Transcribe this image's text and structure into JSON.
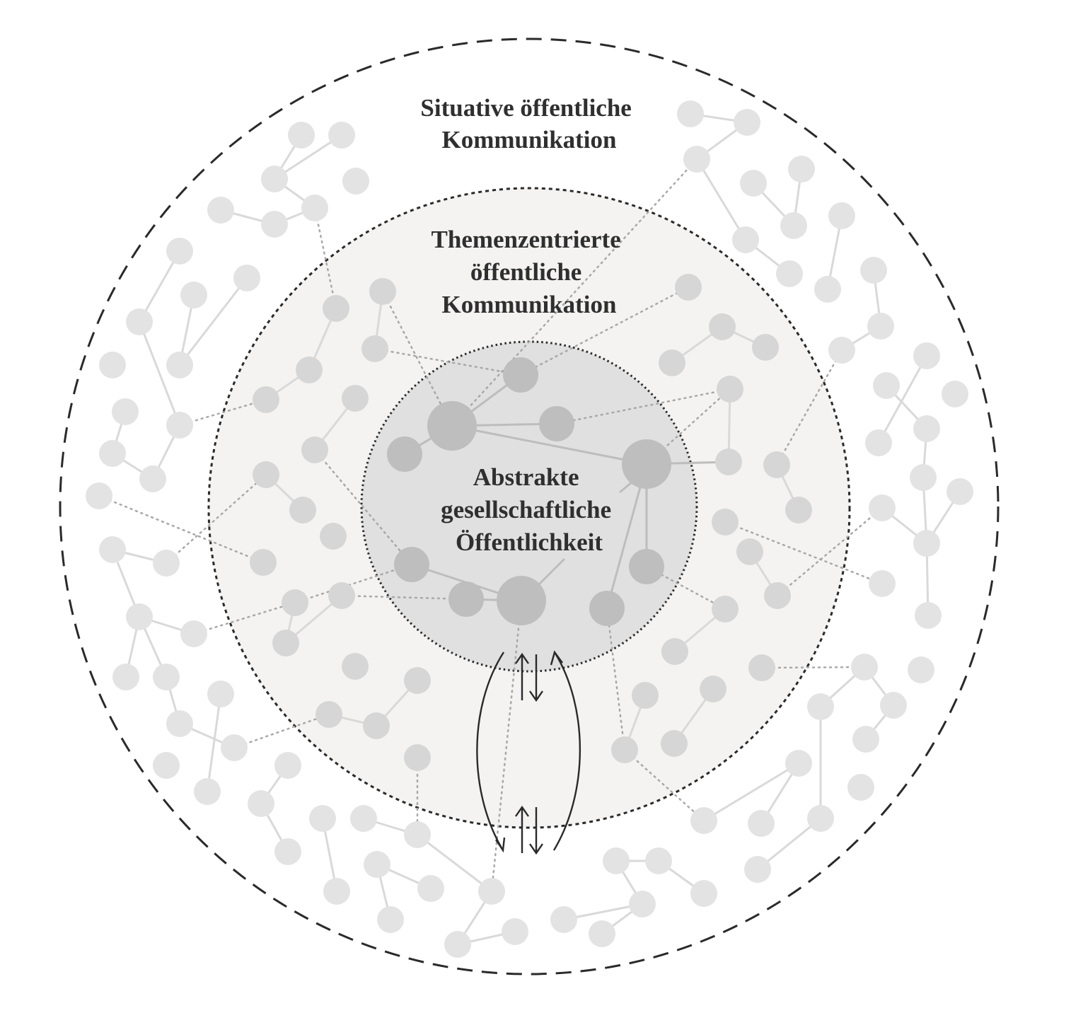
{
  "rings": {
    "outer": {
      "label_line1": "Situative öffentliche",
      "label_line2": "Kommunikation"
    },
    "middle": {
      "label_line1": "Themenzentrierte",
      "label_line2": "öffentliche",
      "label_line3": "Kommunikation"
    },
    "inner": {
      "label_line1": "Abstrakte",
      "label_line2": "gesellschaftliche",
      "label_line3": "Öffentlichkeit"
    }
  },
  "colors": {
    "outer_fill": "#ffffff",
    "middle_fill": "#f4f3f2",
    "inner_fill": "#e1e0e1",
    "outer_node": "#e3e3e4",
    "middle_node": "#d6d6d6",
    "inner_node": "#bfbebf",
    "ring_stroke": "#2a2a2a"
  }
}
